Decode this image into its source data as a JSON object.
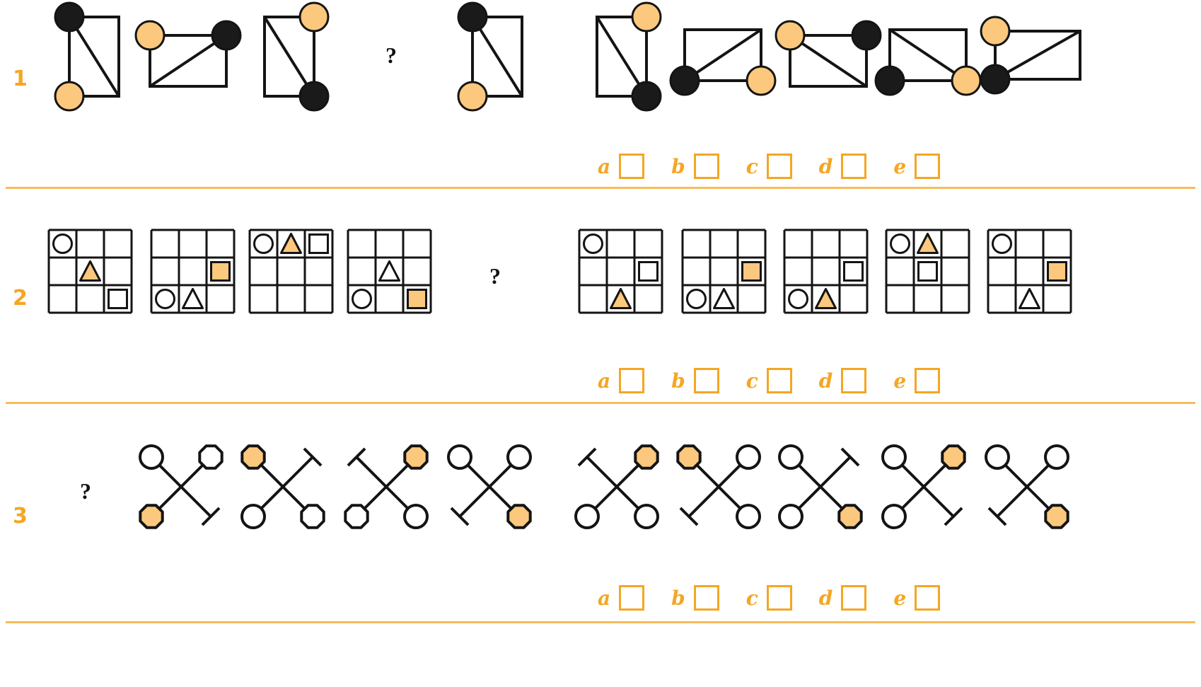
{
  "colors": {
    "accent": "#f5a623",
    "fill_orange": "#fbc87d",
    "black": "#1a1a1a",
    "stroke": "#141414",
    "white": "#ffffff"
  },
  "rows": [
    {
      "number": "1",
      "question_mark": "?",
      "type": "rectangles-with-nodes",
      "sequence": [
        {
          "orientation": "tall",
          "diag": "tl-br",
          "nodes": [
            {
              "pos": "tl",
              "color": "black"
            },
            {
              "pos": "bl",
              "color": "orange"
            }
          ]
        },
        {
          "orientation": "wide",
          "diag": "bl-tr",
          "nodes": [
            {
              "pos": "tl",
              "color": "orange"
            },
            {
              "pos": "tr",
              "color": "black"
            }
          ]
        },
        {
          "orientation": "tall",
          "diag": "tl-br",
          "nodes": [
            {
              "pos": "tr",
              "color": "orange"
            },
            {
              "pos": "br",
              "color": "black"
            }
          ]
        },
        {
          "orientation": "missing",
          "diag": "",
          "nodes": []
        }
      ],
      "options": [
        {
          "letter": "a",
          "orientation": "tall",
          "diag": "tl-br",
          "nodes": [
            {
              "pos": "tl",
              "color": "black"
            },
            {
              "pos": "bl",
              "color": "orange"
            }
          ]
        },
        {
          "letter": "b",
          "orientation": "tall",
          "diag": "tl-br",
          "nodes": [
            {
              "pos": "tr",
              "color": "orange"
            },
            {
              "pos": "br",
              "color": "black"
            }
          ]
        },
        {
          "letter": "c",
          "orientation": "wide",
          "diag": "bl-tr",
          "nodes": [
            {
              "pos": "bl",
              "color": "black"
            },
            {
              "pos": "br",
              "color": "orange"
            }
          ]
        },
        {
          "letter": "d",
          "orientation": "wide",
          "diag": "tl-br",
          "nodes": [
            {
              "pos": "tl",
              "color": "orange"
            },
            {
              "pos": "tr",
              "color": "black"
            }
          ]
        },
        {
          "letter": "e",
          "orientation": "wide",
          "diag": "tl-br",
          "nodes": [
            {
              "pos": "bl",
              "color": "black"
            },
            {
              "pos": "br",
              "color": "orange"
            }
          ]
        }
      ],
      "extra_options": [
        {
          "letter": "d2",
          "orientation": "wide",
          "diag": "bl-tr",
          "nodes": [
            {
              "pos": "tl",
              "color": "orange"
            },
            {
              "pos": "bl",
              "color": "black"
            }
          ]
        }
      ],
      "answer_letters": [
        "a",
        "b",
        "c",
        "d",
        "e"
      ]
    },
    {
      "number": "2",
      "question_mark": "?",
      "type": "grid-3x3-shapes",
      "sequence": [
        {
          "cells": [
            [
              "circle-outline",
              "",
              ""
            ],
            [
              "",
              "triangle-orange",
              ""
            ],
            [
              "",
              "",
              "square-outline"
            ]
          ]
        },
        {
          "cells": [
            [
              "",
              "",
              ""
            ],
            [
              "",
              "",
              "square-orange"
            ],
            [
              "circle-outline",
              "triangle-outline",
              ""
            ]
          ]
        },
        {
          "cells": [
            [
              "circle-outline",
              "triangle-orange",
              "square-outline"
            ],
            [
              "",
              "",
              ""
            ],
            [
              "",
              "",
              ""
            ]
          ]
        },
        {
          "cells": [
            [
              "",
              "",
              ""
            ],
            [
              "",
              "triangle-outline",
              ""
            ],
            [
              "circle-outline",
              "",
              "square-orange"
            ]
          ]
        }
      ],
      "options": [
        {
          "letter": "a",
          "cells": [
            [
              "circle-outline",
              "",
              ""
            ],
            [
              "",
              "",
              "square-outline"
            ],
            [
              "",
              "triangle-orange",
              ""
            ]
          ]
        },
        {
          "letter": "b",
          "cells": [
            [
              "",
              "",
              ""
            ],
            [
              "",
              "",
              "square-orange"
            ],
            [
              "circle-outline",
              "triangle-outline",
              ""
            ]
          ]
        },
        {
          "letter": "c",
          "cells": [
            [
              "",
              "",
              ""
            ],
            [
              "",
              "",
              "square-outline"
            ],
            [
              "circle-outline",
              "triangle-orange",
              ""
            ]
          ]
        },
        {
          "letter": "d",
          "cells": [
            [
              "circle-outline",
              "triangle-orange",
              ""
            ],
            [
              "",
              "square-outline",
              ""
            ],
            [
              "",
              "",
              ""
            ]
          ]
        },
        {
          "letter": "e",
          "cells": [
            [
              "circle-outline",
              "",
              ""
            ],
            [
              "",
              "",
              "square-orange"
            ],
            [
              "",
              "triangle-outline",
              ""
            ]
          ]
        }
      ],
      "answer_letters": [
        "a",
        "b",
        "c",
        "d",
        "e"
      ]
    },
    {
      "number": "3",
      "question_mark": "?",
      "type": "x-cross-endpoints",
      "sequence": [
        {
          "endpoints": {
            "tl": "circle-outline",
            "tr": "octagon-outline",
            "bl": "octagon-orange",
            "br": "bar"
          }
        },
        {
          "endpoints": {
            "tl": "octagon-orange",
            "tr": "bar",
            "bl": "circle-outline",
            "br": "octagon-outline"
          }
        },
        {
          "endpoints": {
            "tl": "bar",
            "tr": "octagon-orange",
            "bl": "octagon-outline",
            "br": "circle-outline"
          }
        },
        {
          "endpoints": {
            "tl": "circle-outline",
            "tr": "circle-outline",
            "bl": "bar",
            "br": "octagon-orange"
          }
        }
      ],
      "options": [
        {
          "letter": "a",
          "endpoints": {
            "tl": "bar",
            "tr": "octagon-orange",
            "bl": "circle-outline",
            "br": "circle-outline"
          }
        },
        {
          "letter": "b",
          "endpoints": {
            "tl": "octagon-orange",
            "tr": "circle-outline",
            "bl": "bar",
            "br": "circle-outline"
          }
        },
        {
          "letter": "c",
          "endpoints": {
            "tl": "circle-outline",
            "tr": "bar",
            "bl": "circle-outline",
            "br": "octagon-orange"
          }
        },
        {
          "letter": "d",
          "endpoints": {
            "tl": "circle-outline",
            "tr": "octagon-orange",
            "bl": "circle-outline",
            "br": "bar"
          }
        },
        {
          "letter": "e",
          "endpoints": {
            "tl": "circle-outline",
            "tr": "circle-outline",
            "bl": "bar",
            "br": "octagon-orange"
          }
        }
      ],
      "answer_letters": [
        "a",
        "b",
        "c",
        "d",
        "e"
      ]
    }
  ]
}
